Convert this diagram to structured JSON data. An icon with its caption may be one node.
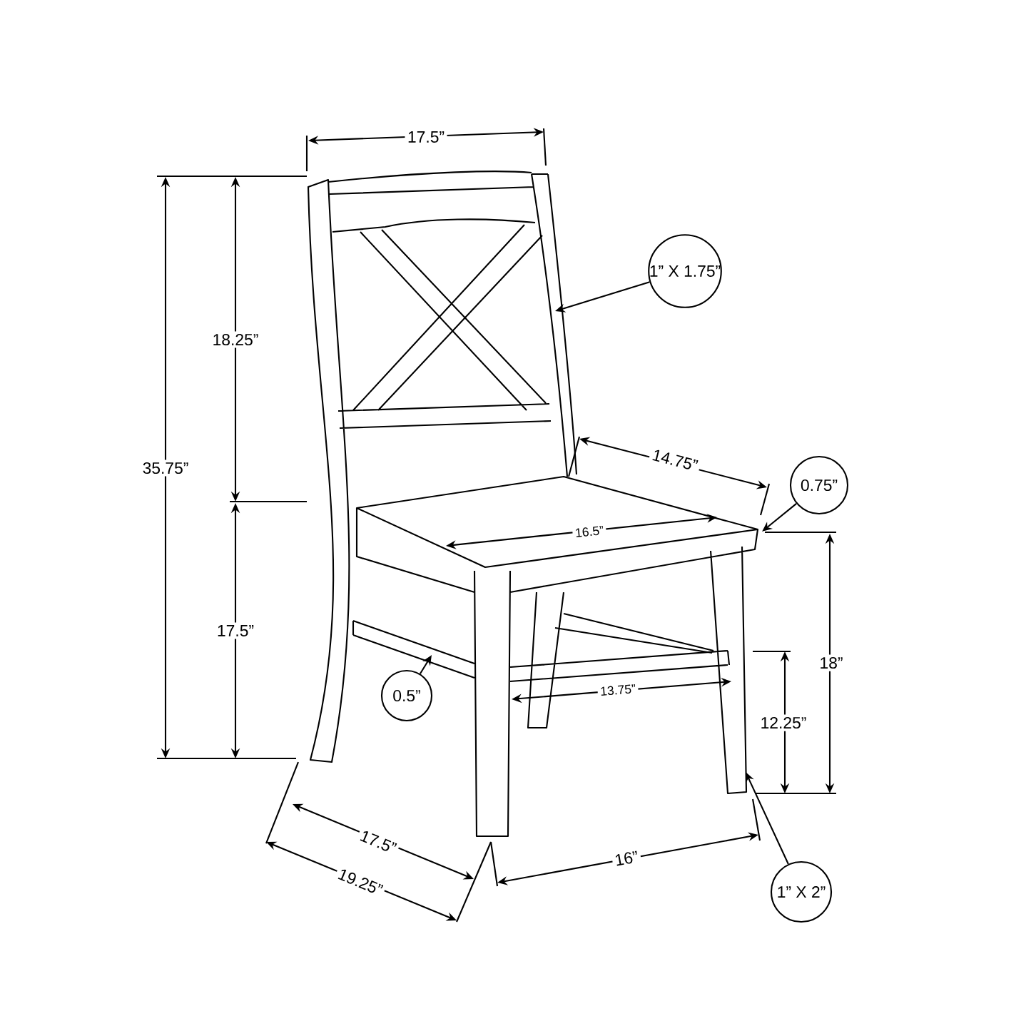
{
  "diagram": {
    "nodes": [
      {
        "text": [
          "1” X 1.75”"
        ]
      },
      {
        "text": [
          "0.75”"
        ]
      },
      {
        "text": [
          "0.5”"
        ]
      },
      {
        "text": [
          "1” X 2”"
        ]
      }
    ],
    "edges": [
      {
        "from": 0,
        "to": null,
        "arrow": "to"
      },
      {
        "from": 1,
        "to": null,
        "arrow": "to"
      },
      {
        "from": 2,
        "to": null,
        "arrow": "to"
      },
      {
        "from": 3,
        "to": null,
        "arrow": "to"
      }
    ],
    "labels": [
      "17.5”",
      "18.25”",
      "35.75”",
      "14.75”",
      "16.5”",
      "17.5”",
      "18”",
      "13.75”",
      "12.25”",
      "17.5”",
      "16”",
      "19.25”"
    ]
  }
}
